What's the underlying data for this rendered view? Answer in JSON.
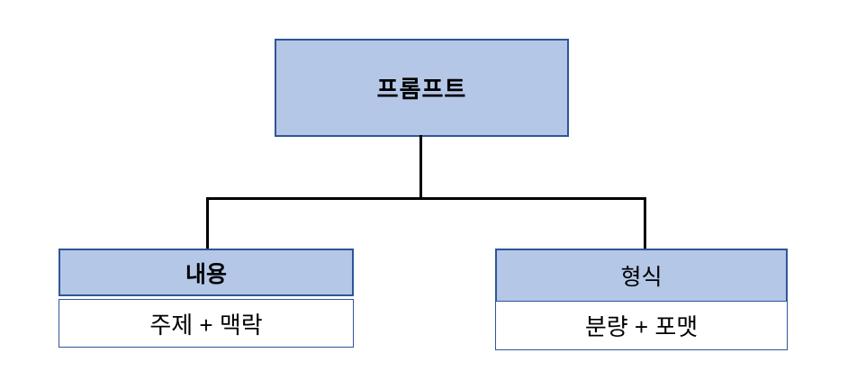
{
  "colors": {
    "box_fill": "#b4c7e7",
    "box_border": "#2f5597",
    "connector": "#000000"
  },
  "root": {
    "label": "프롬프트"
  },
  "children": [
    {
      "header": "내용",
      "body": "주제 + 맥락"
    },
    {
      "header": "형식",
      "body": "분량 + 포맷"
    }
  ]
}
